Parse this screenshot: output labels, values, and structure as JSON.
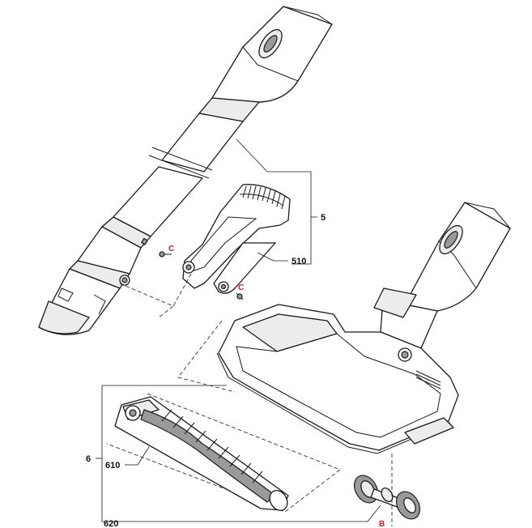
{
  "callouts": {
    "assembly_5": "5",
    "part_510": "510",
    "assembly_6": "6",
    "part_610": "610",
    "part_620": "620",
    "screw_c_upper": "C",
    "screw_c_lower": "C",
    "ref_b": "B"
  },
  "colors": {
    "outline": "#1a1a1a",
    "callout_text": "#111111",
    "screw_reference": "#d7191c"
  }
}
